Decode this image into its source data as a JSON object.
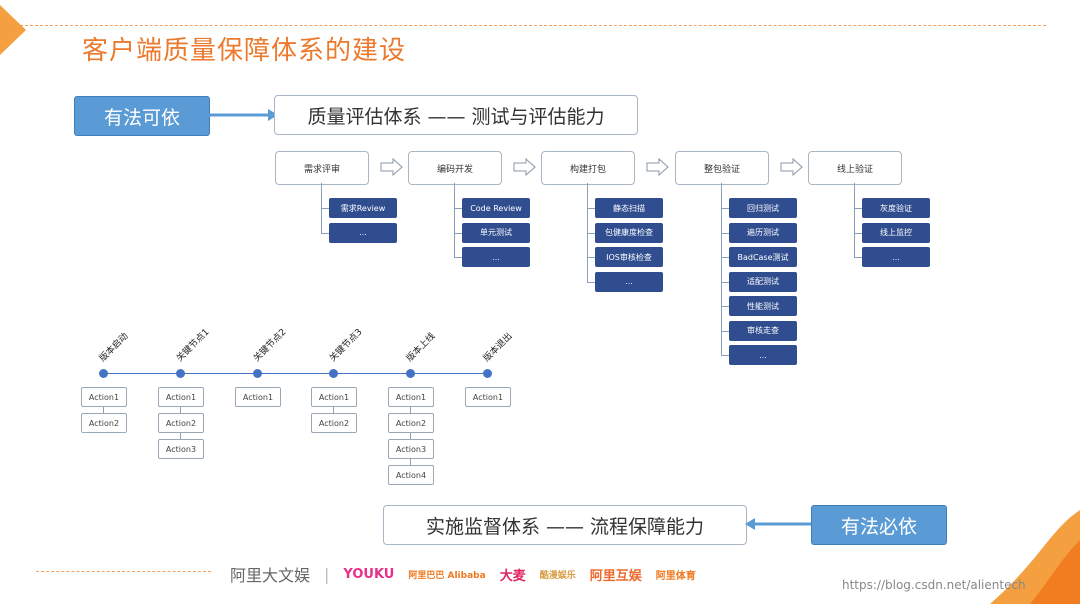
{
  "title": "客户端质量保障体系的建设",
  "top_pill": "有法可依",
  "top_box": "质量评估体系 —— 测试与评估能力",
  "bottom_pill": "有法必依",
  "bottom_box": "实施监督体系 —— 流程保障能力",
  "stages": [
    {
      "label": "需求评审",
      "items": [
        "需求Review",
        "..."
      ]
    },
    {
      "label": "编码开发",
      "items": [
        "Code Review",
        "单元测试",
        "..."
      ]
    },
    {
      "label": "构建打包",
      "items": [
        "静态扫描",
        "包健康度检查",
        "IOS审核检查",
        "..."
      ]
    },
    {
      "label": "整包验证",
      "items": [
        "回归测试",
        "遍历测试",
        "BadCase测试",
        "适配测试",
        "性能测试",
        "审核走查",
        "..."
      ]
    },
    {
      "label": "线上验证",
      "items": [
        "灰度验证",
        "线上监控",
        "..."
      ]
    }
  ],
  "milestones": [
    {
      "label": "版本启动",
      "actions": [
        "Action1",
        "Action2"
      ]
    },
    {
      "label": "关键节点1",
      "actions": [
        "Action1",
        "Action2",
        "Action3"
      ]
    },
    {
      "label": "关键节点2",
      "actions": [
        "Action1"
      ]
    },
    {
      "label": "关键节点3",
      "actions": [
        "Action1",
        "Action2"
      ]
    },
    {
      "label": "版本上线",
      "actions": [
        "Action1",
        "Action2",
        "Action3",
        "Action4"
      ]
    },
    {
      "label": "版本退出",
      "actions": [
        "Action1"
      ]
    }
  ],
  "footer": {
    "logos": [
      "阿里大文娱",
      "YOUKU",
      "阿里巴巴 Alibaba",
      "大麦",
      "酷漫娱乐",
      "阿里互娱",
      "阿里体育"
    ],
    "url": "https://blog.csdn.net/alientech"
  },
  "colors": {
    "accent": "#ec7a2e",
    "pill": "#5b9bd5",
    "sub": "#2f4d8f",
    "node": "#4472c4"
  }
}
